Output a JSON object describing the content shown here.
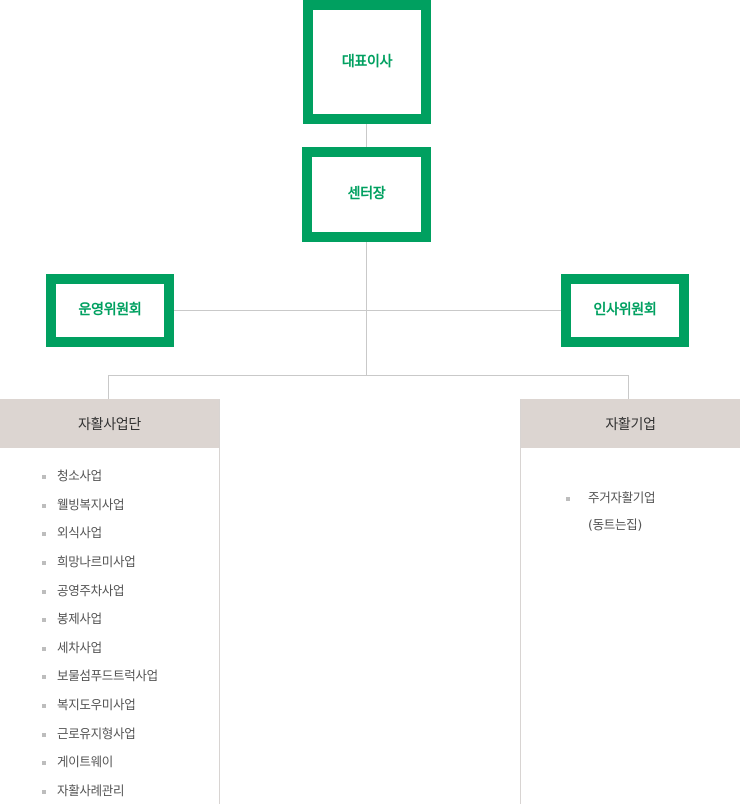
{
  "org_chart": {
    "title_nodes": [
      {
        "id": "ceo",
        "label": "대표이사"
      },
      {
        "id": "center",
        "label": "센터장"
      },
      {
        "id": "oper",
        "label": "운영위원회"
      },
      {
        "id": "hr",
        "label": "인사위원회"
      }
    ],
    "colors": {
      "node_border": "#00a060",
      "node_text": "#00a060",
      "panel_header_bg": "#dcd5d1",
      "panel_header_text": "#333333",
      "list_text": "#555555",
      "bullet": "#bdbdbd",
      "connector": "#c9c9c9"
    },
    "panels": [
      {
        "id": "self-support-group",
        "header": "자활사업단",
        "items": [
          {
            "text": "청소사업"
          },
          {
            "text": "웰빙복지사업"
          },
          {
            "text": "외식사업"
          },
          {
            "text": "희망나르미사업"
          },
          {
            "text": "공영주차사업"
          },
          {
            "text": "봉제사업"
          },
          {
            "text": "세차사업"
          },
          {
            "text": "보물섬푸드트럭사업"
          },
          {
            "text": "복지도우미사업"
          },
          {
            "text": "근로유지형사업"
          },
          {
            "text": "게이트웨이"
          },
          {
            "text": "자활사례관리"
          }
        ]
      },
      {
        "id": "self-support-company",
        "header": "자활기업",
        "items": [
          {
            "text": "주거자활기업",
            "sub": "(동트는집)"
          }
        ]
      }
    ]
  }
}
